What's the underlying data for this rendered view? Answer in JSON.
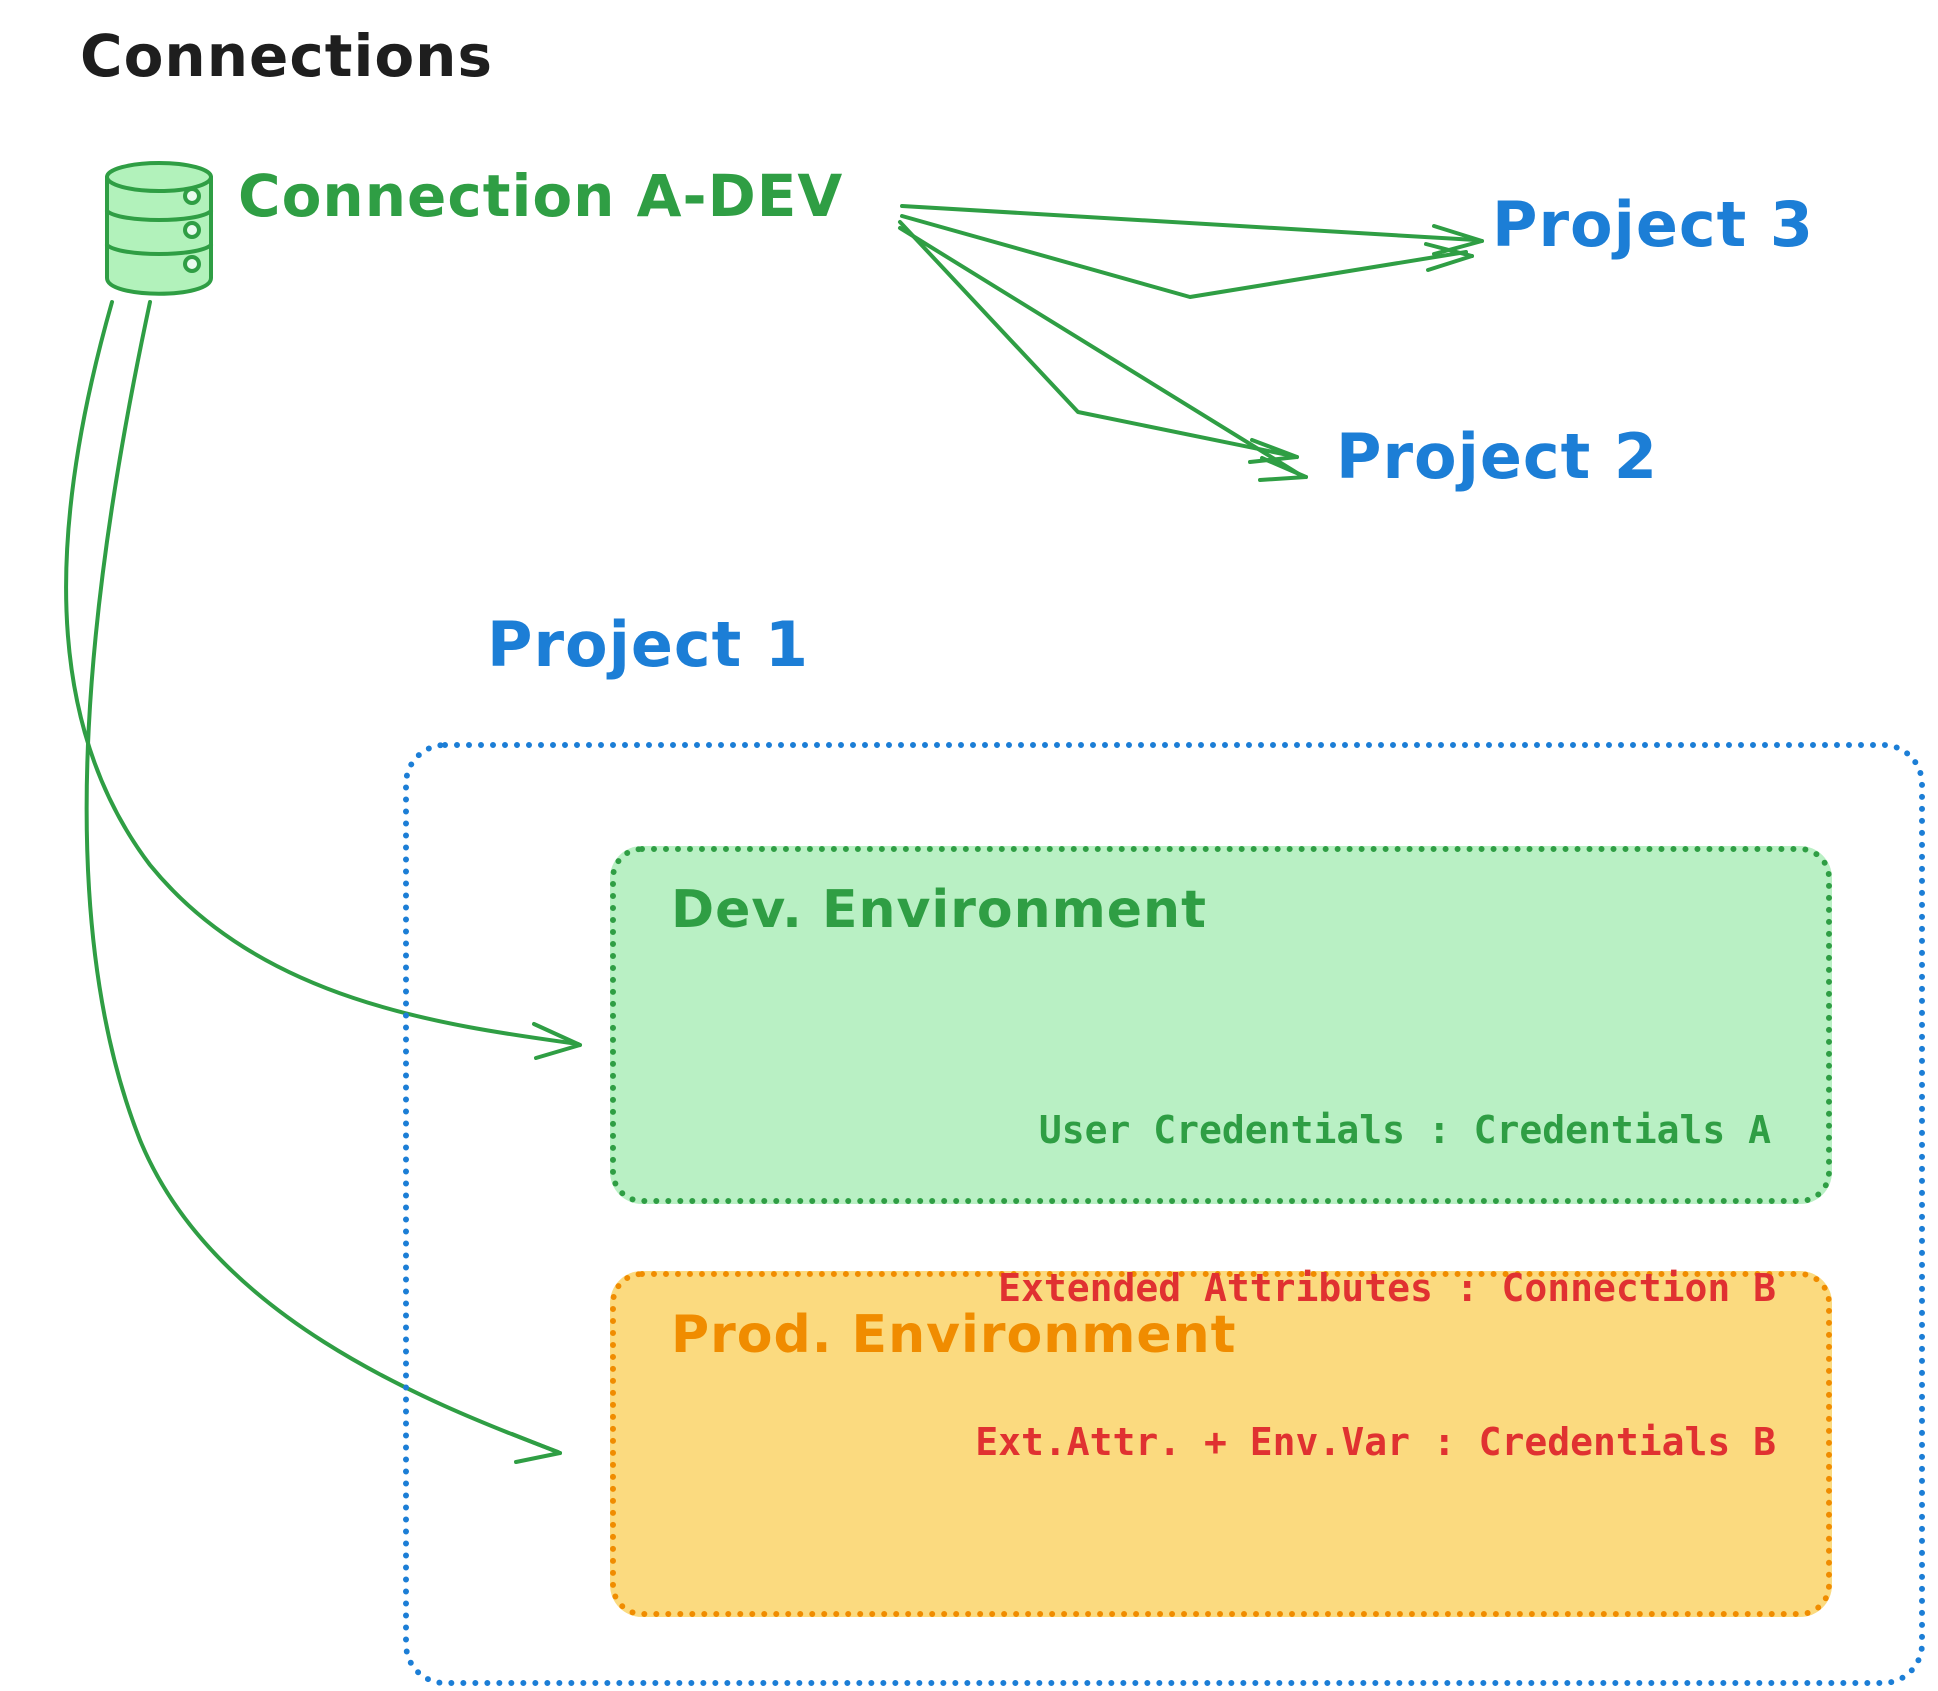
{
  "title": "Connections",
  "connection_a_dev": {
    "label": "Connection A-DEV"
  },
  "project_3": {
    "label": "Project 3"
  },
  "project_2": {
    "label": "Project 2"
  },
  "project_1": {
    "label": "Project 1"
  },
  "dev_environment": {
    "title": "Dev. Environment",
    "credentials_line": "User Credentials : Credentials A"
  },
  "prod_environment": {
    "title": "Prod. Environment",
    "attr_line_1": "Extended Attributes : Connection B",
    "attr_line_2": "Ext.Attr. + Env.Var : Credentials B"
  },
  "icons": {
    "database": "database-icon"
  },
  "colors": {
    "green": "#2f9e44",
    "green_fill": "#b9f0c4",
    "blue": "#1c7ed6",
    "orange": "#f08c00",
    "orange_fill": "#fbda7f",
    "red": "#e03131",
    "black": "#1e1e1e"
  }
}
